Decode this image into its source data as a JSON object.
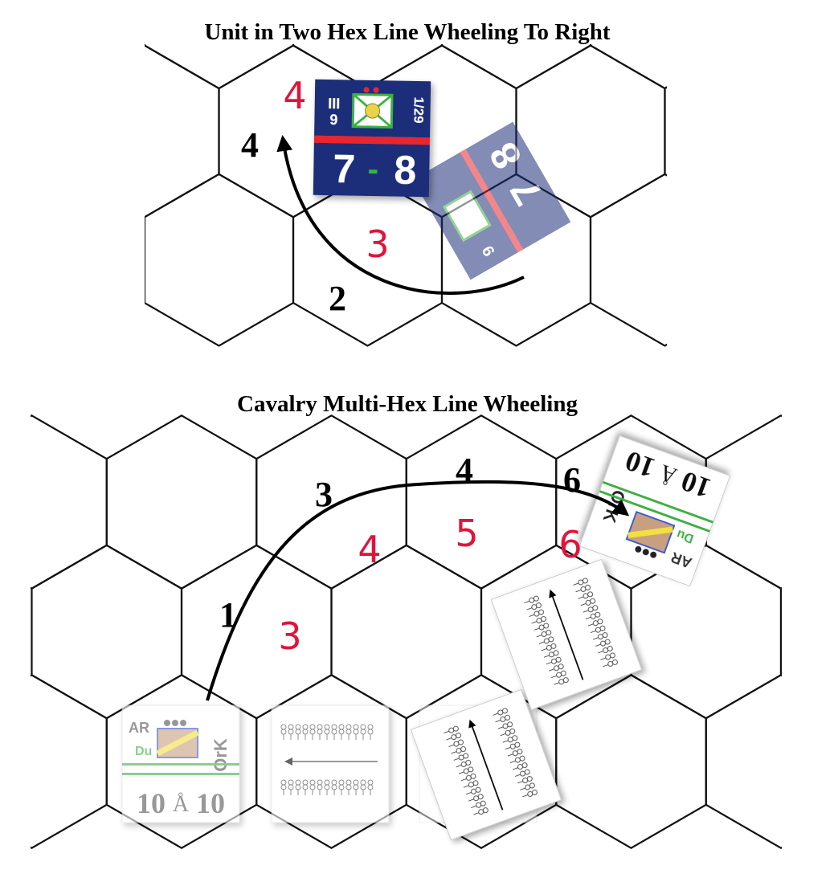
{
  "diagram1": {
    "title": "Unit in Two Hex Line Wheeling To Right",
    "hex_numbers": [
      "4",
      "2"
    ],
    "step_numbers": [
      "4",
      "3"
    ],
    "counter": {
      "size_symbol": "III",
      "division": "9",
      "unit_id": "1/29",
      "attack": "7",
      "separator": "-",
      "movement": "8"
    }
  },
  "diagram2": {
    "title": "Cavalry Multi-Hex Line Wheeling",
    "hex_numbers": [
      "3",
      "4",
      "6",
      "1"
    ],
    "step_numbers": [
      "4",
      "5",
      "6",
      "3"
    ],
    "counter": {
      "nation": "AR",
      "type": "Du",
      "name": "OrK",
      "strength": "10",
      "morale": "10"
    }
  },
  "colors": {
    "step_red": "#e0143c",
    "counter_blue": "#1f2f7a",
    "stripe_red": "#e8262d",
    "stripe_green": "#3cb043"
  }
}
